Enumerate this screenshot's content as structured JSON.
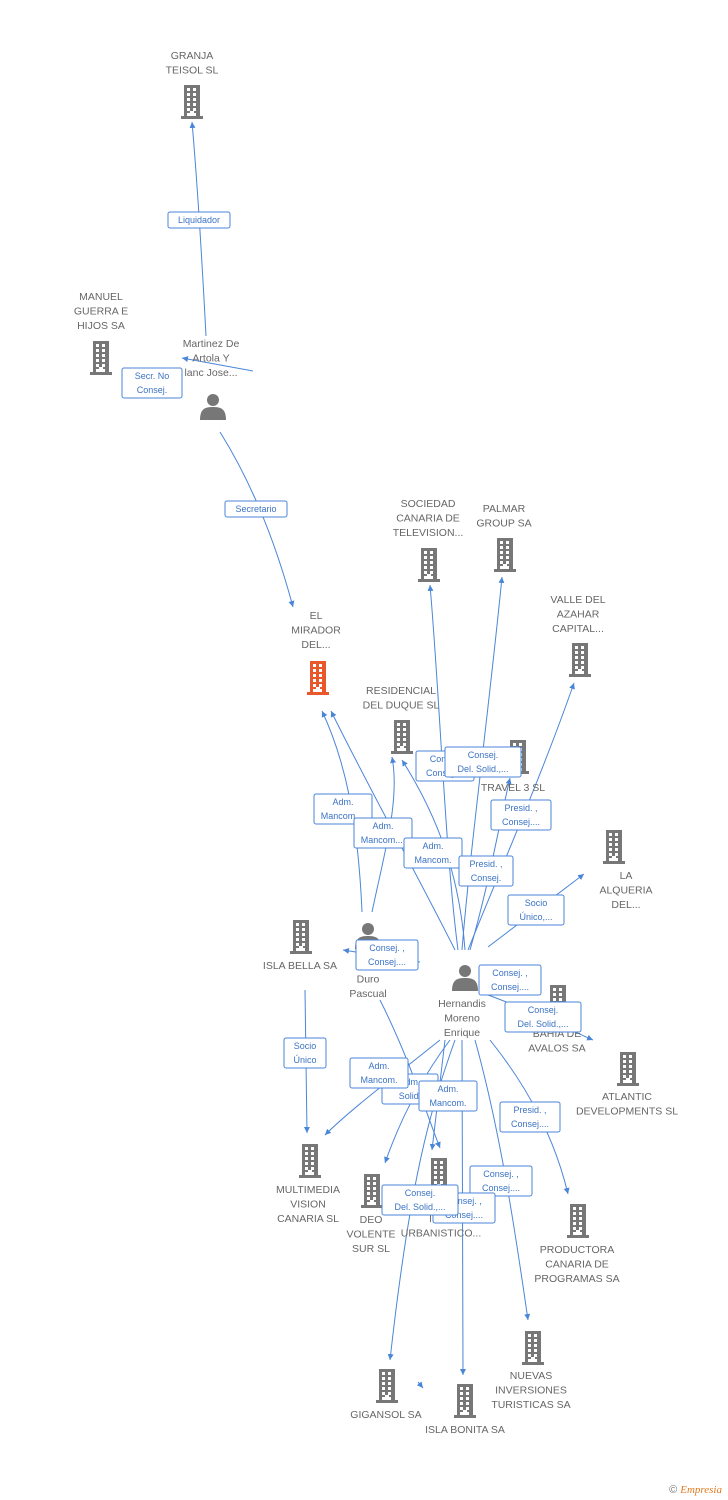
{
  "colors": {
    "edge": "#4a86d8",
    "company": "#777777",
    "focus": "#e8582a",
    "person": "#777777",
    "label": "#666666"
  },
  "nodes": [
    {
      "id": "granja",
      "type": "company",
      "label_lines": [
        "GRANJA",
        "TEISOL SL"
      ]
    },
    {
      "id": "manuel",
      "type": "company",
      "label_lines": [
        "MANUEL",
        "GUERRA E",
        "HIJOS SA"
      ]
    },
    {
      "id": "martinez",
      "type": "person",
      "label_lines": [
        "Martinez De",
        "Artola Y",
        "lanc Jose..."
      ]
    },
    {
      "id": "sociedad",
      "type": "company",
      "label_lines": [
        "SOCIEDAD",
        "CANARIA DE",
        "TELEVISION..."
      ]
    },
    {
      "id": "palmar",
      "type": "company",
      "label_lines": [
        "PALMAR",
        "GROUP SA"
      ]
    },
    {
      "id": "valle",
      "type": "company",
      "label_lines": [
        "VALLE DEL",
        "AZAHAR",
        "CAPITAL..."
      ]
    },
    {
      "id": "mirador",
      "type": "focus",
      "label_lines": [
        "EL",
        "MIRADOR",
        "DEL..."
      ]
    },
    {
      "id": "residencial",
      "type": "company",
      "label_lines": [
        "RESIDENCIAL",
        "DEL DUQUE SL"
      ]
    },
    {
      "id": "travel",
      "type": "company",
      "label_lines": [
        "TRAVEL 3 SL"
      ]
    },
    {
      "id": "alqueria",
      "type": "company",
      "label_lines": [
        "LA",
        "ALQUERIA",
        "DEL..."
      ]
    },
    {
      "id": "islabella",
      "type": "company",
      "label_lines": [
        "ISLA BELLA SA"
      ]
    },
    {
      "id": "moduro",
      "type": "person",
      "label_lines": [
        "Mo",
        "Duro",
        "Pascual"
      ]
    },
    {
      "id": "hernandis",
      "type": "person",
      "label_lines": [
        "Hernandis",
        "Moreno",
        "Enrique"
      ]
    },
    {
      "id": "bahia",
      "type": "company",
      "label_lines": [
        "BAHIA DE",
        "AVALOS SA"
      ]
    },
    {
      "id": "atlantic",
      "type": "company",
      "label_lines": [
        "ATLANTIC",
        "DEVELOPMENTS SL"
      ]
    },
    {
      "id": "multimedia",
      "type": "company",
      "label_lines": [
        "MULTIMEDIA",
        "VISION",
        "CANARIA SL"
      ]
    },
    {
      "id": "deo",
      "type": "company",
      "label_lines": [
        "DEO",
        "VOLENTE",
        "SUR SL"
      ]
    },
    {
      "id": "inter",
      "type": "company",
      "label_lines": [
        "INTE",
        "URBANISTICO..."
      ]
    },
    {
      "id": "productora",
      "type": "company",
      "label_lines": [
        "PRODUCTORA",
        "CANARIA DE",
        "PROGRAMAS SA"
      ]
    },
    {
      "id": "nuevas",
      "type": "company",
      "label_lines": [
        "NUEVAS",
        "INVERSIONES",
        "TURISTICAS SA"
      ]
    },
    {
      "id": "gigansol",
      "type": "company",
      "label_lines": [
        "GIGANSOL SA"
      ]
    },
    {
      "id": "islabonita",
      "type": "company",
      "label_lines": [
        "ISLA BONITA SA"
      ]
    }
  ],
  "relations": [
    {
      "id": "r-liquidador",
      "lines": [
        "Liquidador"
      ]
    },
    {
      "id": "r-secr",
      "lines": [
        "Secr.  No",
        "Consej."
      ]
    },
    {
      "id": "r-secretario",
      "lines": [
        "Secretario"
      ]
    },
    {
      "id": "r-consej-res",
      "lines": [
        "Consej.",
        "Consej...."
      ]
    },
    {
      "id": "r-consej-del-travel",
      "lines": [
        "Consej.",
        "Del. Solid.,..."
      ]
    },
    {
      "id": "r-adm-mancom-1",
      "lines": [
        "Adm.",
        "Mancom...."
      ]
    },
    {
      "id": "r-adm-mancom-2",
      "lines": [
        "Adm.",
        "Mancom...."
      ]
    },
    {
      "id": "r-presid-travel",
      "lines": [
        "Presid. ,",
        "Consej...."
      ]
    },
    {
      "id": "r-adm-mancom-3",
      "lines": [
        "Adm.",
        "Mancom."
      ]
    },
    {
      "id": "r-presid-valle",
      "lines": [
        "Presid. ,",
        "Consej."
      ]
    },
    {
      "id": "r-socio-alqueria",
      "lines": [
        "Socio",
        "Único,..."
      ]
    },
    {
      "id": "r-consej-islabella",
      "lines": [
        "Consej. ,",
        "Consej...."
      ]
    },
    {
      "id": "r-consej-bahia",
      "lines": [
        "Consej. ,",
        "Consej...."
      ]
    },
    {
      "id": "r-consej-del-bahia",
      "lines": [
        "Consej.",
        "Del. Solid.,..."
      ]
    },
    {
      "id": "r-socio-unico",
      "lines": [
        "Socio",
        "Único"
      ]
    },
    {
      "id": "r-adm-solid-1",
      "lines": [
        "Adm.",
        "Solid."
      ]
    },
    {
      "id": "r-adm-mancom-4",
      "lines": [
        "Adm.",
        "Mancom."
      ]
    },
    {
      "id": "r-adm-mancom-5",
      "lines": [
        "Adm.",
        "Mancom."
      ]
    },
    {
      "id": "r-presid-productora",
      "lines": [
        "Presid. ,",
        "Consej...."
      ]
    },
    {
      "id": "r-consej-inter",
      "lines": [
        "Consej. ,",
        "Consej...."
      ]
    },
    {
      "id": "r-consej-inter-2",
      "lines": [
        "Consej. ,",
        "Consej...."
      ]
    },
    {
      "id": "r-consej-del-gigansol",
      "lines": [
        "Consej.",
        "Del. Solid.,..."
      ]
    }
  ],
  "footer": {
    "copyright": "©",
    "brand": "Empresia"
  }
}
